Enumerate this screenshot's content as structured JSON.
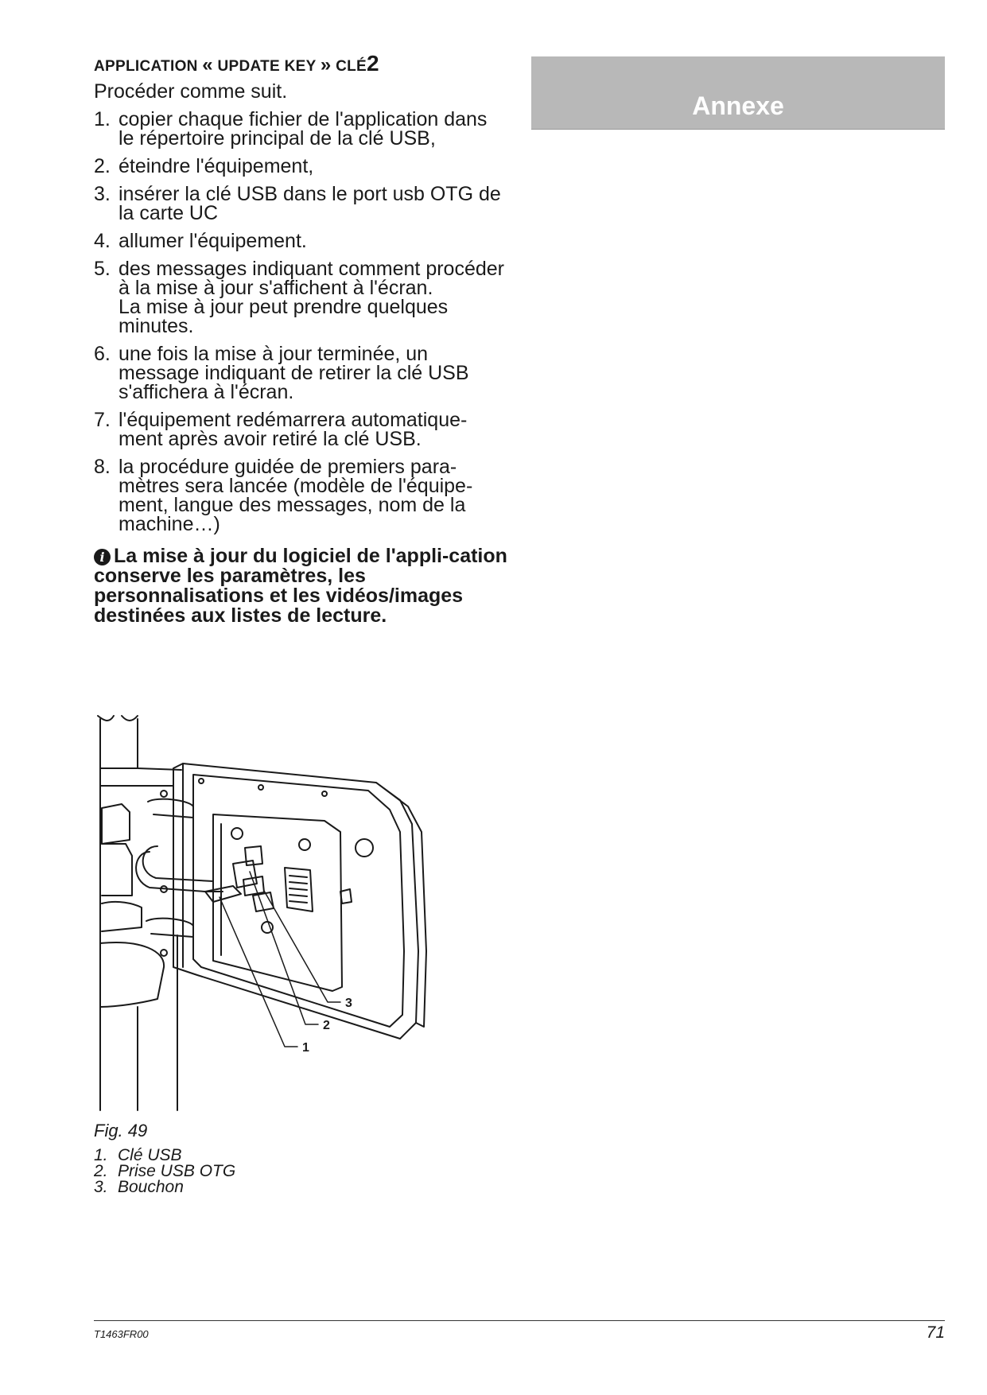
{
  "heading": {
    "prefix": "APPLICATION",
    "open_quote": "«",
    "key": "UPDATE KEY",
    "close_quote": "»",
    "suffix": "CLÉ",
    "number": "2"
  },
  "intro": "Procéder comme suit.",
  "steps": [
    {
      "num": "1.",
      "text": "copier chaque fichier de l'application dans le répertoire principal de la clé USB,"
    },
    {
      "num": "2.",
      "text": "éteindre l'équipement,"
    },
    {
      "num": "3.",
      "text": "insérer la clé USB dans le port usb OTG de la carte UC"
    },
    {
      "num": "4.",
      "text": "allumer l'équipement."
    },
    {
      "num": "5.",
      "text": "des messages indiquant comment procéder à la mise à jour s'affichent à l'écran.",
      "extra": "La mise à jour peut prendre quelques minutes."
    },
    {
      "num": "6.",
      "text": "une fois la mise à jour terminée, un message indiquant de retirer la clé USB s'affichera à l'écran."
    },
    {
      "num": "7.",
      "text": "l'équipement redémarrera automatique-ment après avoir retiré la clé USB."
    },
    {
      "num": "8.",
      "text": "la procédure guidée de premiers para-mètres sera lancée (modèle de l'équipe-ment, langue des messages, nom de la machine…)"
    }
  ],
  "note": {
    "icon": "info-icon",
    "text": "La mise à jour du logiciel de l'appli-cation conserve les paramètres, les personnalisations et les vidéos/images destinées aux listes de lecture."
  },
  "banner": {
    "label": "Annexe",
    "color": "#b8b8b8"
  },
  "figure": {
    "callouts": [
      "1",
      "2",
      "3"
    ],
    "label": "Fig. 49",
    "legend": [
      {
        "num": "1.",
        "text": "Clé USB"
      },
      {
        "num": "2.",
        "text": "Prise USB OTG"
      },
      {
        "num": "3.",
        "text": "Bouchon"
      }
    ]
  },
  "footer": {
    "doc_code": "T1463FR00",
    "page_number": "71"
  }
}
